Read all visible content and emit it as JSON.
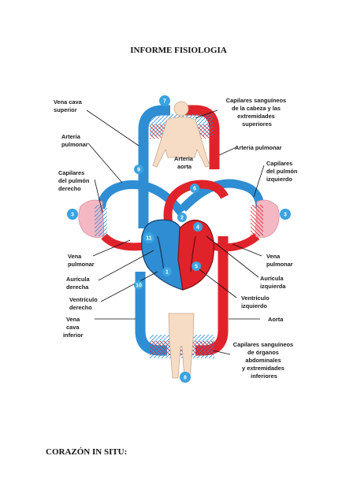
{
  "document": {
    "title": "INFORME FISIOLOGIA",
    "section_heading": "CORAZÓN IN SITU:"
  },
  "diagram": {
    "colors": {
      "oxygenated": "#e0232b",
      "deoxygenated": "#2f8ed3",
      "number_badge": "#3aa3e0",
      "lung": "#f4b7c4",
      "body": "#f6dcc5"
    },
    "labels": {
      "vena_cava_superior": [
        "Vena cava",
        "superior"
      ],
      "capilares_cabeza": [
        "Capilares sanguíneos",
        "de la cabeza y las",
        "extremidades",
        "superiores"
      ],
      "arteria_pulmonar_left": [
        "Arteria",
        "pulmonar"
      ],
      "arteria_pulmonar_right": [
        "Arteria pulmonar"
      ],
      "arteria_aorta": [
        "Arteria",
        "aorta"
      ],
      "capilares_pulmon_derecho": [
        "Capilares",
        "del pulmón",
        "derecho"
      ],
      "capilares_pulmon_izquierdo": [
        "Capilares",
        "del pulmón",
        "izquierdo"
      ],
      "vena_pulmonar_left": [
        "Vena",
        "pulmonar"
      ],
      "vena_pulmonar_right": [
        "Vena",
        "pulmonar"
      ],
      "auricula_derecha": [
        "Aurícula",
        "derecha"
      ],
      "auricula_izquierda": [
        "Aurícula",
        "izquierda"
      ],
      "ventriculo_derecho": [
        "Ventrículo",
        "derecho"
      ],
      "ventriculo_izquierdo": [
        "Ventrículo",
        "izquierdo"
      ],
      "aorta": [
        "Aorta"
      ],
      "vena_cava_inferior": [
        "Vena",
        "cava",
        "inferior"
      ],
      "capilares_organos": [
        "Capilares sanguíneos",
        "de órganos",
        "abdominales",
        "y extremidades",
        "inferiores"
      ]
    },
    "markers": [
      "7",
      "9",
      "6",
      "2",
      "4",
      "11",
      "1",
      "5",
      "10",
      "8",
      "3",
      "3"
    ]
  }
}
